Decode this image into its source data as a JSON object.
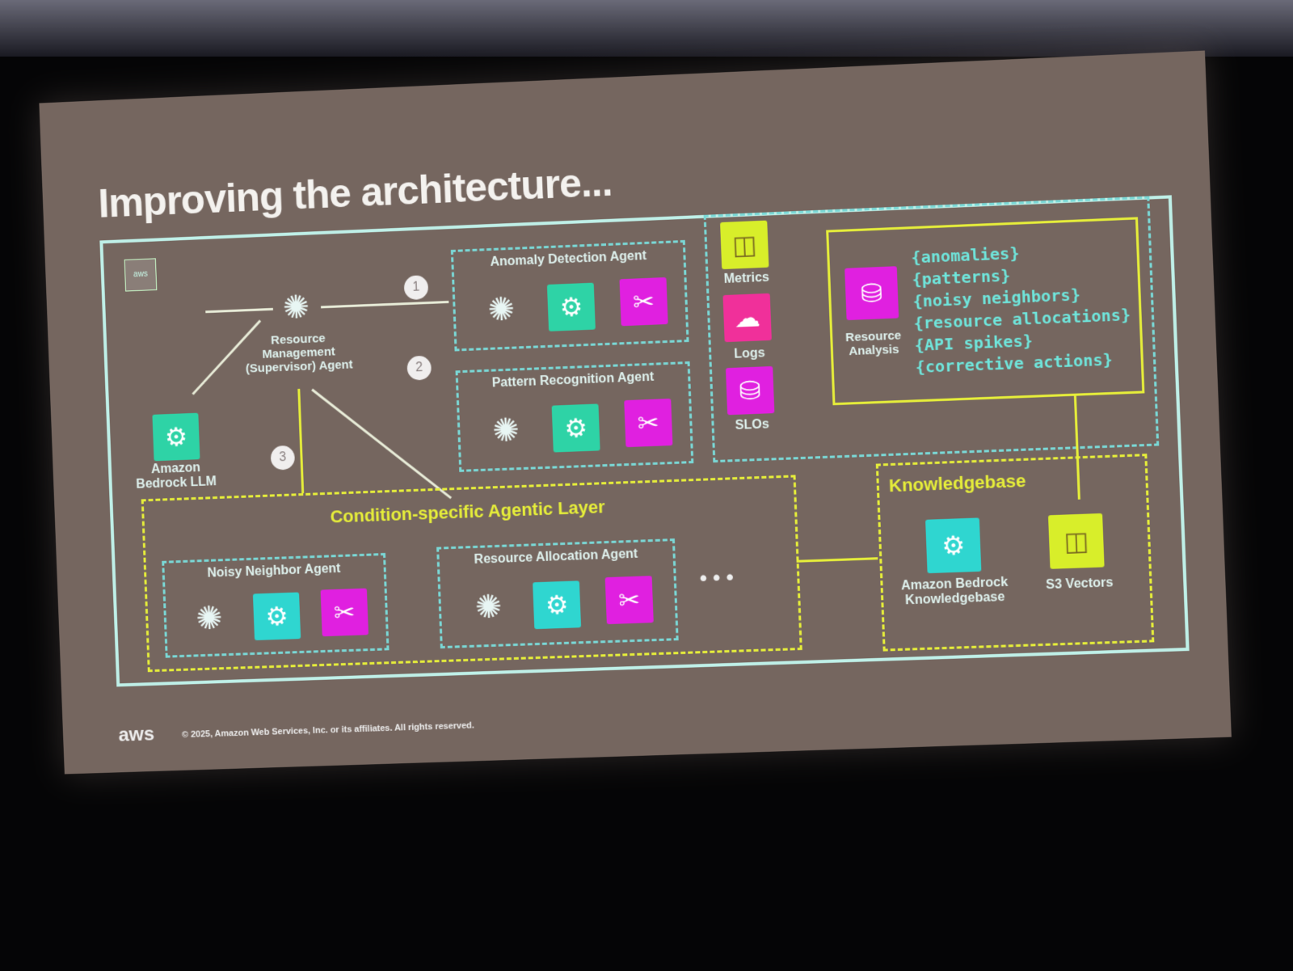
{
  "slide": {
    "title": "Improving the architecture...",
    "aws_badge": "aws",
    "supervisor": {
      "label": "Resource Management (Supervisor) Agent"
    },
    "bedrock_llm": {
      "label": "Amazon Bedrock LLM"
    },
    "steps": [
      "1",
      "2",
      "3"
    ],
    "agents": [
      {
        "title": "Anomaly Detection Agent"
      },
      {
        "title": "Pattern Recognition Agent"
      }
    ],
    "data_sources": [
      {
        "label": "Metrics",
        "icon": "bucket-icon"
      },
      {
        "label": "Logs",
        "icon": "cloud-search-icon"
      },
      {
        "label": "SLOs",
        "icon": "database-icon"
      }
    ],
    "resource_analysis": {
      "label": "Resource Analysis",
      "items": [
        "{anomalies}",
        "{patterns}",
        "{noisy neighbors}",
        "{resource allocations}",
        "{API spikes}",
        "{corrective actions}"
      ]
    },
    "agentic_layer": {
      "title": "Condition-specific Agentic Layer",
      "agents": [
        {
          "title": "Noisy Neighbor Agent"
        },
        {
          "title": "Resource Allocation Agent"
        }
      ],
      "ellipsis": "• • •"
    },
    "knowledgebase": {
      "title": "Knowledgebase",
      "items": [
        {
          "label": "Amazon Bedrock Knowledgebase"
        },
        {
          "label": "S3 Vectors"
        }
      ]
    },
    "footer": {
      "logo": "aws",
      "copyright": "© 2025, Amazon Web Services, Inc. or its affiliates. All rights reserved."
    },
    "colors": {
      "cyan": "#7ad8d6",
      "yellow": "#e6ee3a",
      "magenta": "#e020e0",
      "green": "#2ed3a6"
    }
  }
}
